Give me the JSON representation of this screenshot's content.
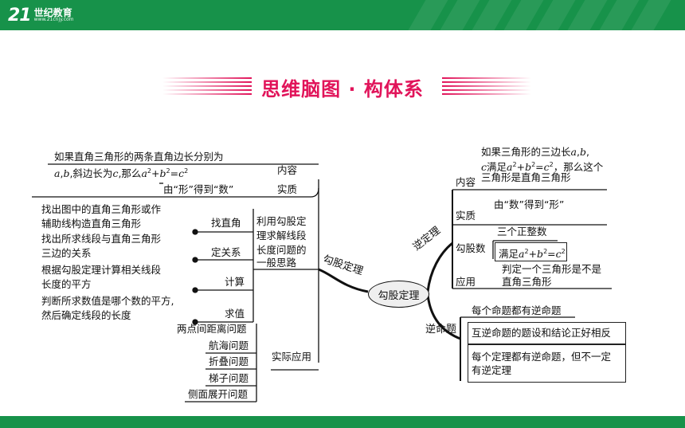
{
  "header": {
    "logo_mark": "21",
    "logo_name": "世纪教育",
    "logo_url": "www.21cnjy.com",
    "brand_color": "#17924a"
  },
  "title": "思维脑图 · 构体系",
  "title_color": "#e1145a",
  "center": "勾股定理",
  "left": {
    "branch": "勾股定理",
    "idea": [
      "利用勾股定",
      "理求解线段",
      "长度问题的",
      "一般思路"
    ],
    "content_label": "内容",
    "content_line1": "如果直角三角形的两条直角边长分别为",
    "content_line2": "a,b,斜边长为c,那么a²+b²=c²",
    "essence_label": "实质",
    "essence_text": "由“形”得到“数”",
    "steps": [
      {
        "label": "找直角",
        "lines": [
          "找出图中的直角三角形或作",
          "辅助线构造直角三角形"
        ]
      },
      {
        "label": "定关系",
        "lines": [
          "找出所求线段与直角三角形",
          "三边的关系"
        ]
      },
      {
        "label": "计算",
        "lines": [
          "根据勾股定理计算相关线段",
          "长度的平方"
        ]
      },
      {
        "label": "求值",
        "lines": [
          "判断所求数值是哪个数的平方,",
          "然后确定线段的长度"
        ]
      }
    ],
    "apps_label": "实际应用",
    "apps": [
      "两点间距离问题",
      "航海问题",
      "折叠问题",
      "梯子问题",
      "侧面展开问题"
    ]
  },
  "right": {
    "converse_branch": "逆定理",
    "content_label": "内容",
    "content_lines": [
      "如果三角形的三边长a,b,",
      "c满足a²+b²=c²，那么这个",
      "三角形是直角三角形"
    ],
    "essence_label": "实质",
    "essence_text": "由“数”得到“形”",
    "triple_label": "勾股数",
    "triple_items": [
      "三个正整数",
      "满足a²+b²=c²"
    ],
    "apply_label": "应用",
    "apply_lines": [
      "判定一个三角形是不是",
      "直角三角形"
    ],
    "inverse_branch": "逆命题",
    "inverse_items": [
      "每个命题都有逆命题",
      "互逆命题的题设和结论正好相反"
    ],
    "inverse_last": [
      "每个定理都有逆命题，但不一定",
      "有逆定理"
    ]
  }
}
